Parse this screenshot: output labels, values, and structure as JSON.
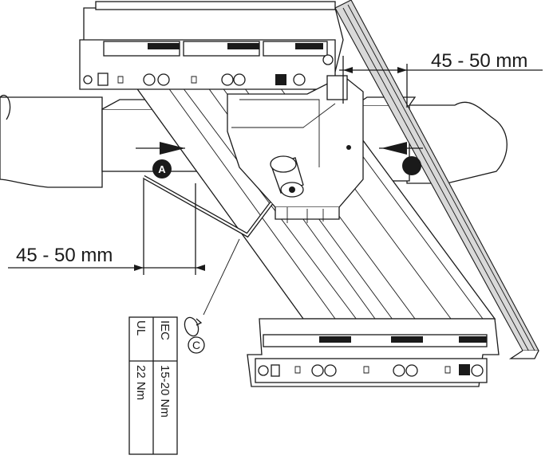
{
  "dimension_right": "45 - 50 mm",
  "dimension_left": "45 - 50 mm",
  "marker_a": "A",
  "marker_c": "C",
  "torque_table": {
    "rows": [
      {
        "standard": "IEC",
        "torque": "15-20 Nm"
      },
      {
        "standard": "UL",
        "torque": "22 Nm"
      }
    ]
  }
}
